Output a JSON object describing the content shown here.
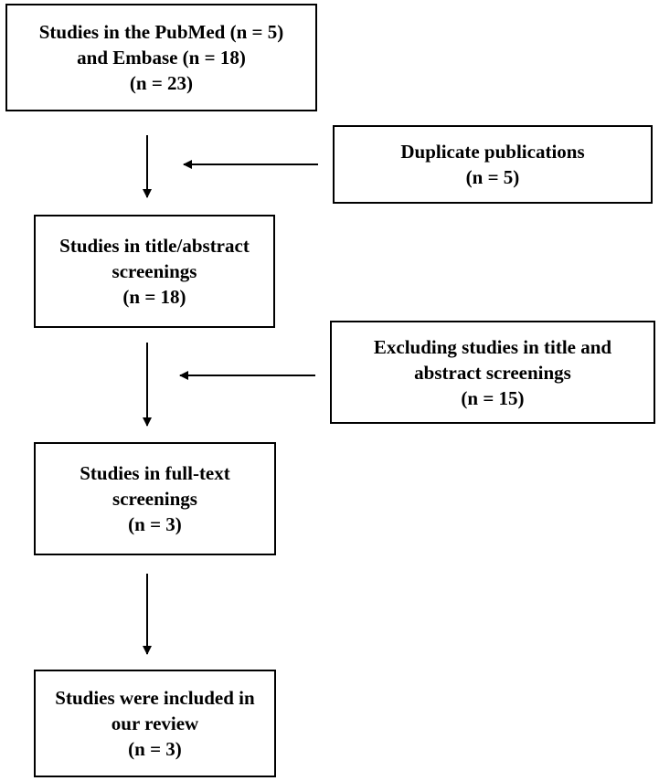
{
  "boxes": {
    "identification": {
      "lines": [
        "Studies in the PubMed (n = 5)",
        "and Embase (n = 18)",
        "(n = 23)"
      ]
    },
    "duplicates": {
      "lines": [
        "Duplicate publications",
        "(n = 5)"
      ]
    },
    "title_abstract": {
      "lines": [
        "Studies in title/abstract",
        "screenings",
        "(n = 18)"
      ]
    },
    "excluded": {
      "lines": [
        "Excluding studies in title and",
        "abstract screenings",
        "(n = 15)"
      ]
    },
    "full_text": {
      "lines": [
        "Studies in full-text",
        "screenings",
        "(n = 3)"
      ]
    },
    "included": {
      "lines": [
        "Studies were included in",
        "our review",
        "(n = 3)"
      ]
    }
  },
  "colors": {
    "line": "#000000",
    "background": "#ffffff"
  }
}
